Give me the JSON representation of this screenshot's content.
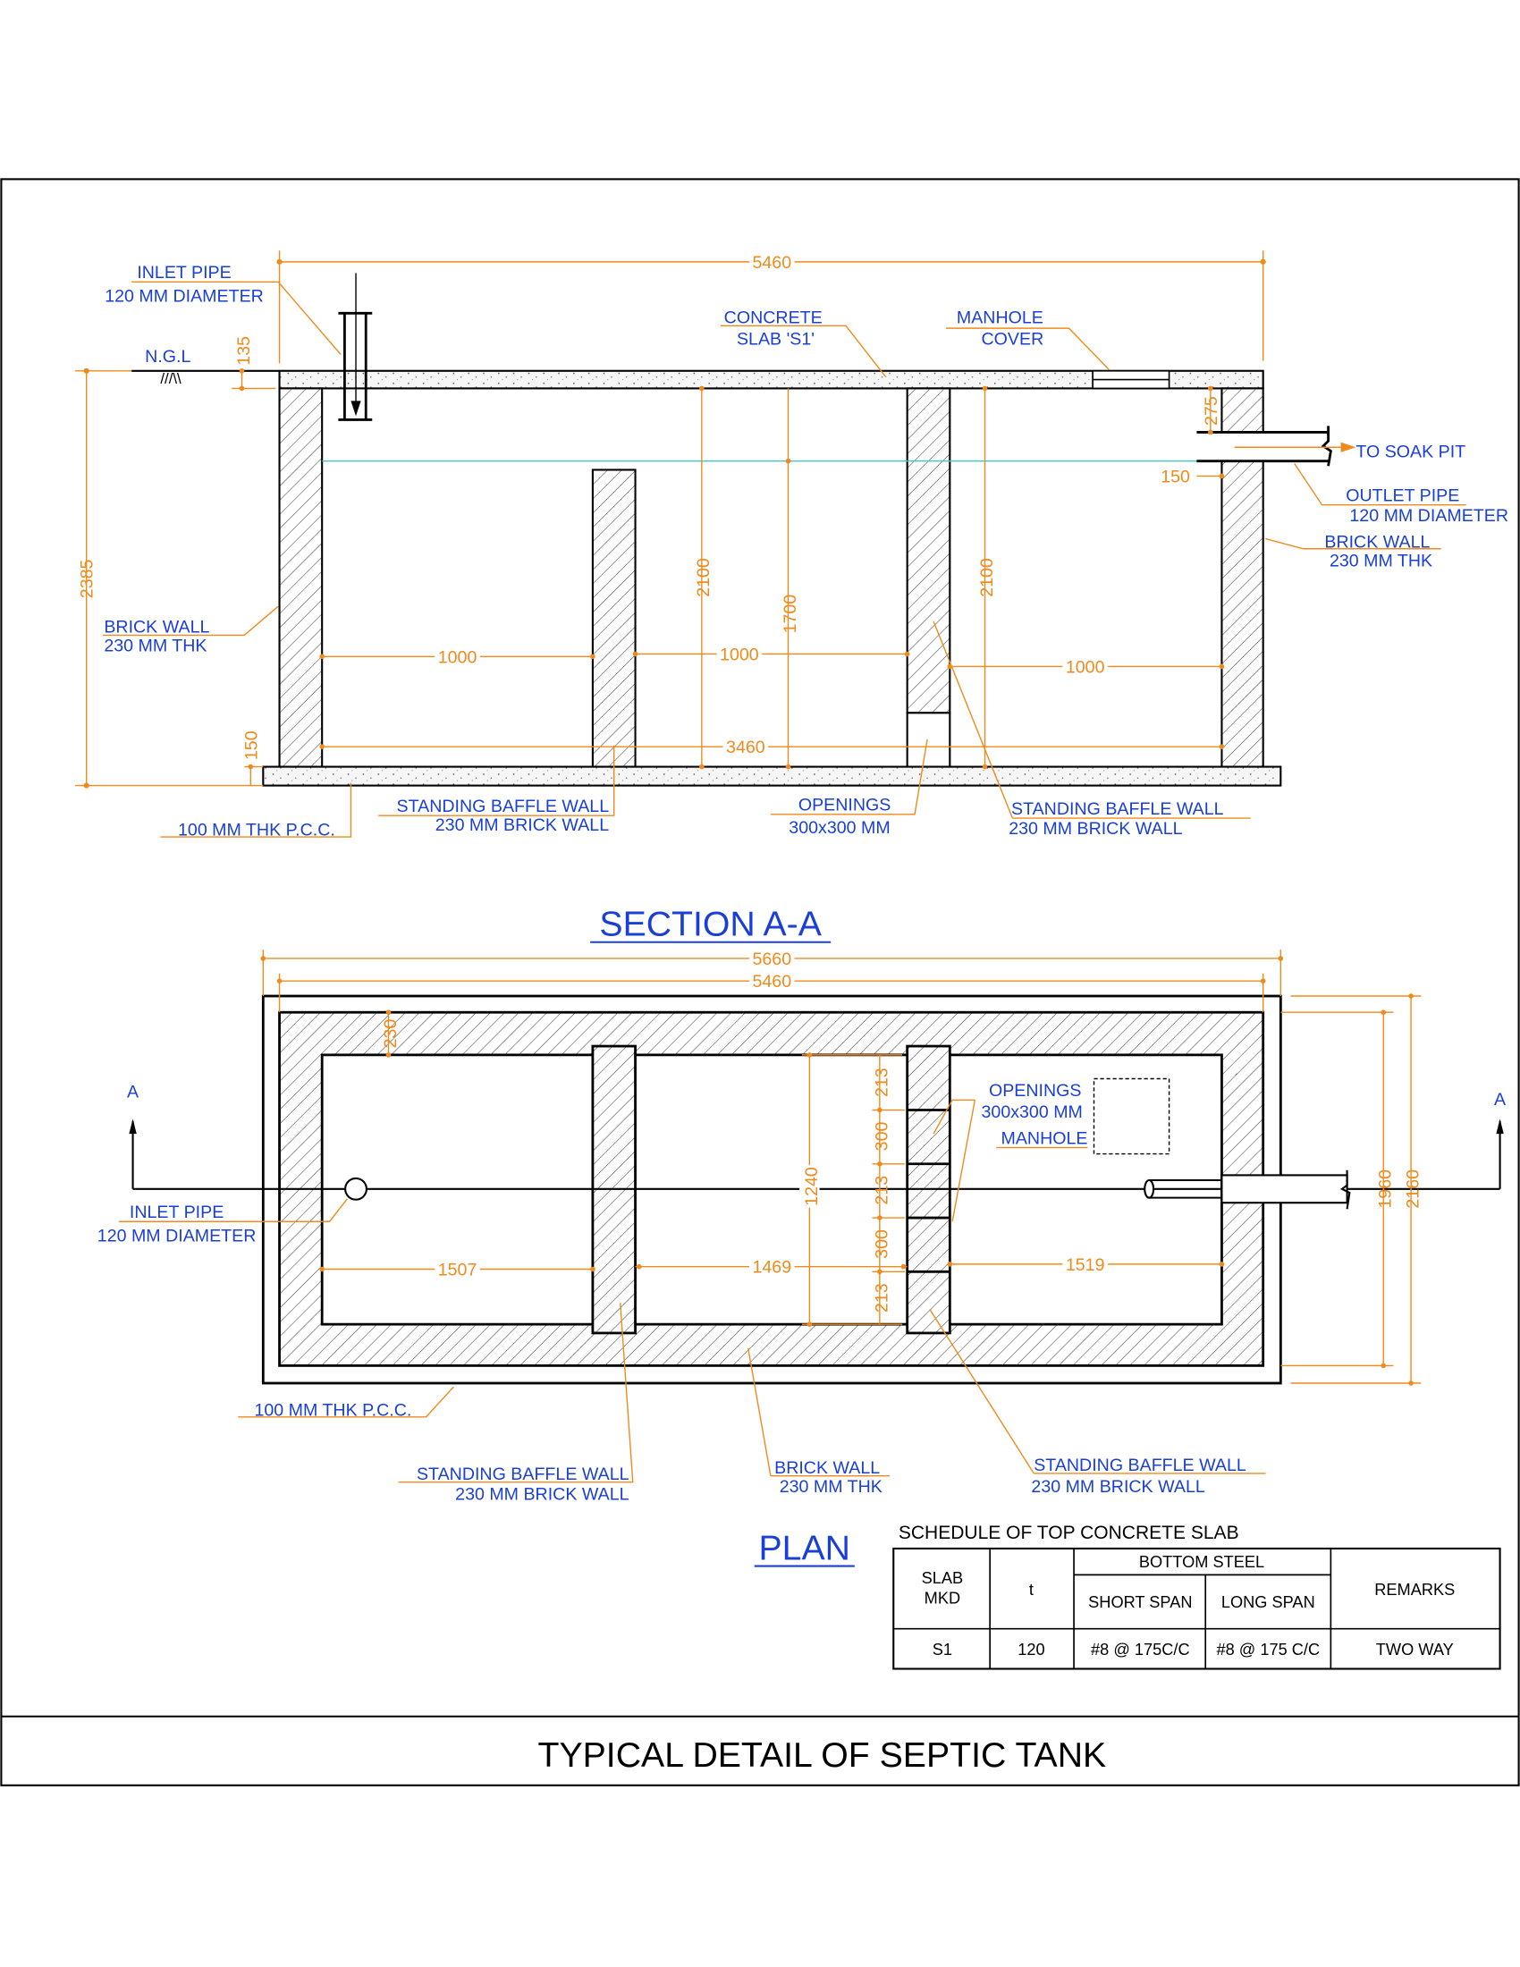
{
  "title": "TYPICAL DETAIL OF SEPTIC TANK",
  "colors": {
    "label": "#1a3fd6",
    "dimension": "#f08a1c",
    "water": "#40c8d0"
  },
  "section": {
    "title": "SECTION A-A",
    "labels": {
      "inlet_pipe_1": "INLET PIPE",
      "inlet_pipe_2": "120 MM DIAMETER",
      "ngl": "N.G.L",
      "slab_1": "CONCRETE",
      "slab_2": "SLAB 'S1'",
      "manhole_1": "MANHOLE",
      "manhole_2": "COVER",
      "soak_pit": "TO SOAK PIT",
      "outlet_1": "OUTLET PIPE",
      "outlet_2": "120 MM DIAMETER",
      "brick_r1": "BRICK WALL",
      "brick_r2": "230 MM THK",
      "brick_l1": "BRICK WALL",
      "brick_l2": "230 MM THK",
      "pcc": "100 MM THK P.C.C.",
      "baffle1_1": "STANDING BAFFLE WALL",
      "baffle1_2": "230 MM BRICK WALL",
      "openings_1": "OPENINGS",
      "openings_2": "300x300 MM",
      "baffle2_1": "STANDING BAFFLE WALL",
      "baffle2_2": "230 MM BRICK WALL"
    },
    "dims": {
      "overall": "5460",
      "depth_total": "2385",
      "slab_above_ngl": "135",
      "pcc": "150",
      "depth_left": "2100",
      "water_depth": "1700",
      "depth_right": "2100",
      "bay1": "1000",
      "bay2": "1000",
      "bay3": "1000",
      "inner": "3460",
      "outlet_top": "275",
      "outlet_drop": "150"
    }
  },
  "plan": {
    "title": "PLAN",
    "section_mark": "A",
    "labels": {
      "inlet_1": "INLET PIPE",
      "inlet_2": "120 MM DIAMETER",
      "openings_1": "OPENINGS",
      "openings_2": "300x300 MM",
      "manhole": "MANHOLE",
      "pcc": "100 MM THK P.C.C.",
      "baffle1_1": "STANDING BAFFLE WALL",
      "baffle1_2": "230 MM BRICK WALL",
      "brick_1": "BRICK WALL",
      "brick_2": "230 MM THK",
      "baffle2_1": "STANDING BAFFLE WALL",
      "baffle2_2": "230 MM BRICK WALL"
    },
    "dims": {
      "outer": "5660",
      "overall": "5460",
      "wall": "230",
      "bay1": "1507",
      "bay2": "1469",
      "bay3": "1519",
      "inner_width": "1240",
      "chain": [
        "213",
        "300",
        "213",
        "300",
        "213"
      ],
      "width": "1960",
      "outer_width": "2160"
    }
  },
  "schedule": {
    "title": "SCHEDULE OF TOP CONCRETE SLAB",
    "headers": {
      "slab_1": "SLAB",
      "slab_2": "MKD",
      "t": "t",
      "bottom_steel": "BOTTOM STEEL",
      "short": "SHORT SPAN",
      "long": "LONG SPAN",
      "remarks": "REMARKS"
    },
    "rows": [
      {
        "slab": "S1",
        "t": "120",
        "short": "#8 @ 175C/C",
        "long": "#8 @ 175 C/C",
        "remarks": "TWO WAY"
      }
    ]
  }
}
